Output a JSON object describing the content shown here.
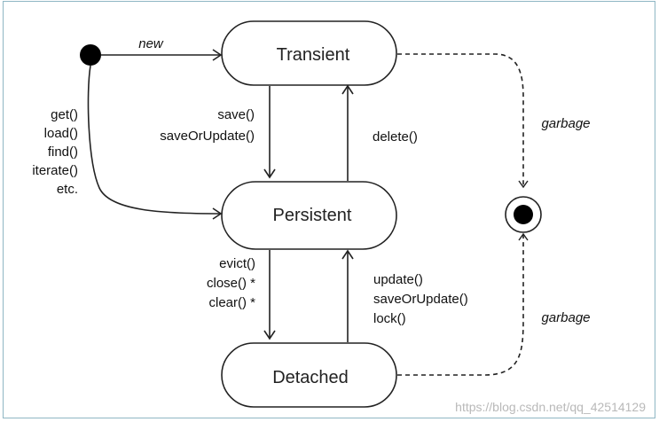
{
  "states": {
    "transient": "Transient",
    "persistent": "Persistent",
    "detached": "Detached"
  },
  "transitions": {
    "new": "new",
    "load_methods": [
      "get()",
      "load()",
      "find()",
      "iterate()",
      "etc."
    ],
    "save_methods": [
      "save()",
      "saveOrUpdate()"
    ],
    "delete": "delete()",
    "detach_methods": [
      "evict()",
      "close() *",
      "clear() *"
    ],
    "reattach_methods": [
      "update()",
      "saveOrUpdate()",
      "lock()"
    ],
    "garbage_top": "garbage",
    "garbage_bottom": "garbage"
  },
  "watermark": "https://blog.csdn.net/qq_42514129",
  "colors": {
    "frame": "#8fb7c4",
    "stroke": "#222222",
    "watermark": "#b9b9b9"
  },
  "icons": {
    "initial_state": "filled-circle-icon",
    "final_state": "bullseye-icon"
  }
}
